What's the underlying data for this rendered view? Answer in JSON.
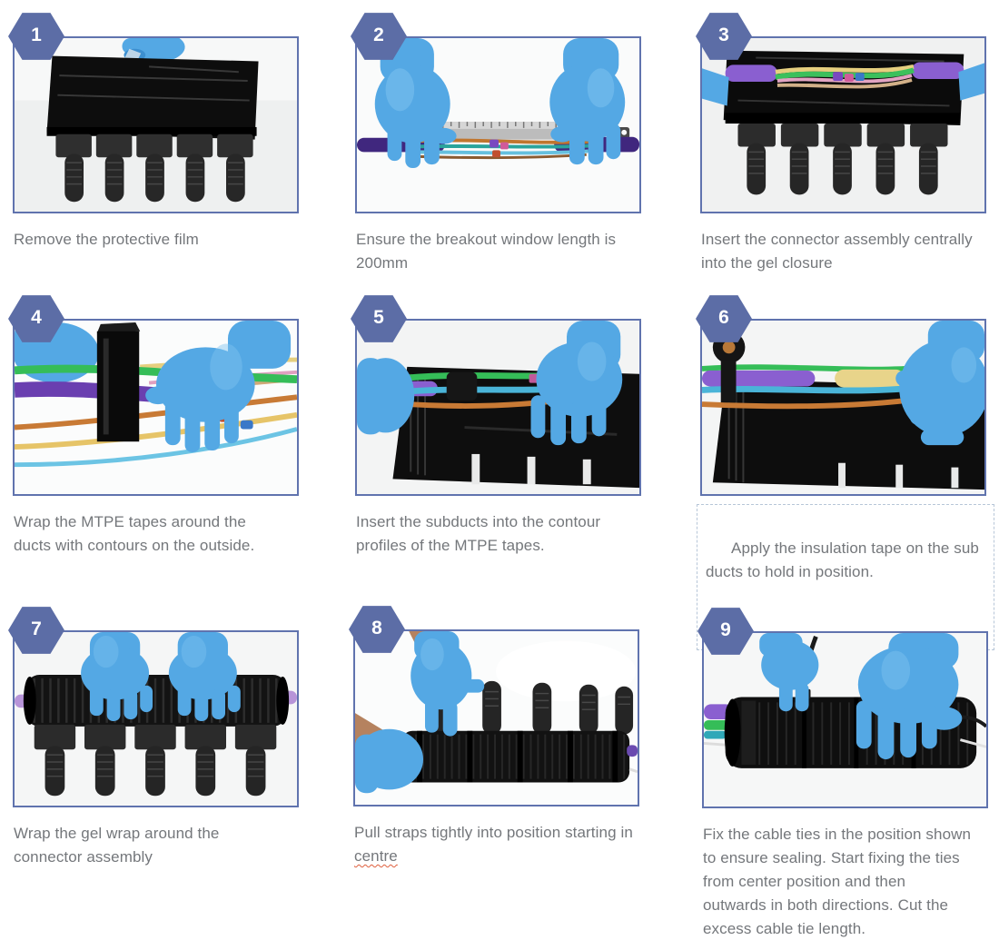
{
  "theme": {
    "badge_color": "#5c6da6",
    "photo_border_color": "#6073ae",
    "caption_color": "#74777b",
    "spellcheck_underline_color": "#df5f3d",
    "dashed_textbox_border_color": "#b7c6d8",
    "page_background": "#ffffff"
  },
  "steps": [
    {
      "number": "1",
      "caption": "Remove the protective film"
    },
    {
      "number": "2",
      "caption": "Ensure the breakout window length is\n200mm"
    },
    {
      "number": "3",
      "caption": "Insert the connector assembly centrally\ninto the gel closure"
    },
    {
      "number": "4",
      "caption": "Wrap the MTPE tapes around the\nducts with contours on the outside."
    },
    {
      "number": "5",
      "caption": "Insert the subducts into the contour\nprofiles of the MTPE tapes."
    },
    {
      "number": "6",
      "caption": "Apply the insulation tape on the sub\nducts to hold in position."
    },
    {
      "number": "7",
      "caption": "Wrap the gel wrap around the\nconnector assembly"
    },
    {
      "number": "8",
      "caption_lead": "Pull straps tightly into position starting in\n",
      "misspelled_word": "centre"
    },
    {
      "number": "9",
      "caption": "Fix the cable ties in the position shown\nto ensure sealing. Start fixing the ties\nfrom center position and then\noutwards in both directions. Cut the\nexcess cable tie length."
    }
  ]
}
